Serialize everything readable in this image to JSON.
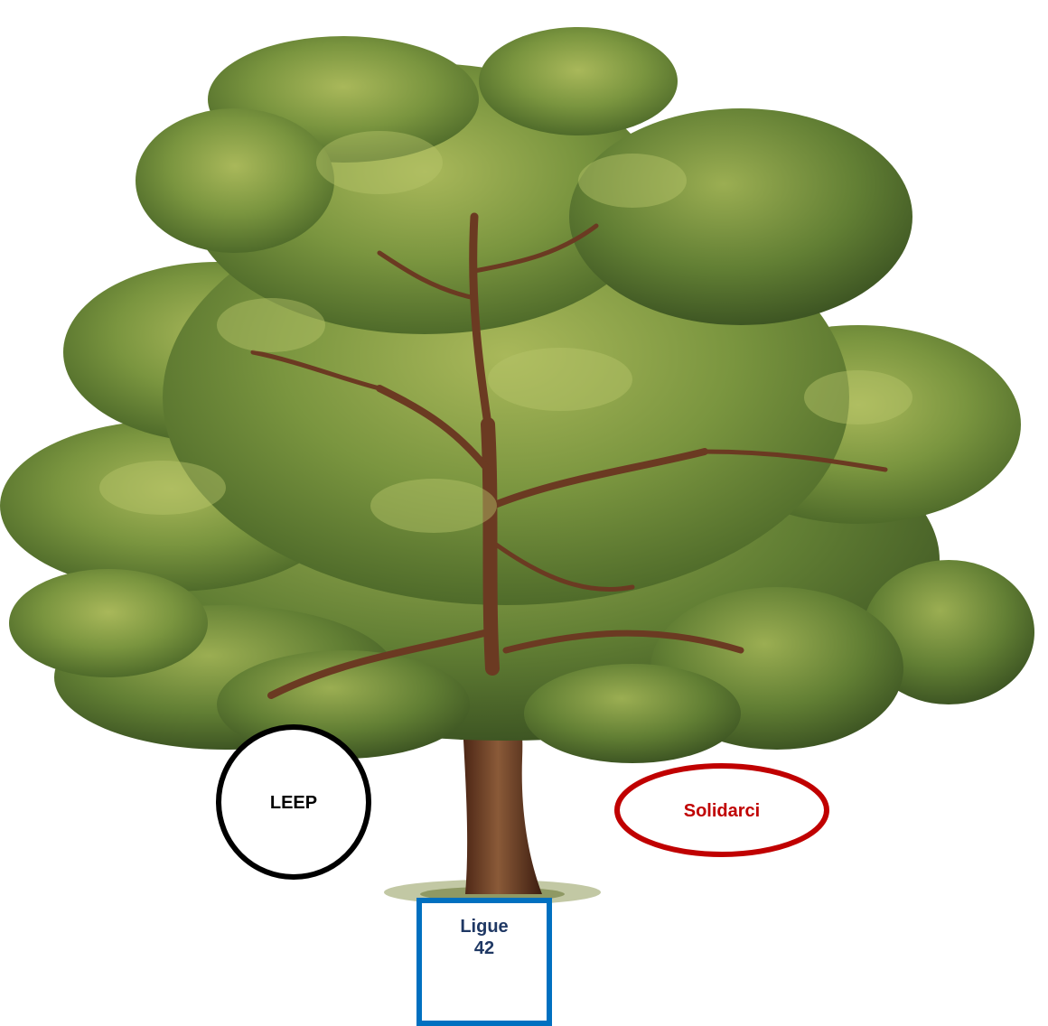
{
  "nodes": {
    "leep": {
      "label": "LEEP",
      "shape": "circle",
      "border_color": "#000000",
      "text_color": "#000000"
    },
    "solidarci": {
      "label": "Solidarci",
      "shape": "ellipse",
      "border_color": "#c00000",
      "text_color": "#c00000"
    },
    "ligue": {
      "label_line1": "Ligue",
      "label_line2": "42",
      "shape": "rectangle",
      "border_color": "#0070c0",
      "text_color": "#1f3864"
    }
  },
  "illustration": {
    "subject": "tree",
    "foliage_color": "#6f8f3a",
    "trunk_color": "#6b3a22"
  }
}
